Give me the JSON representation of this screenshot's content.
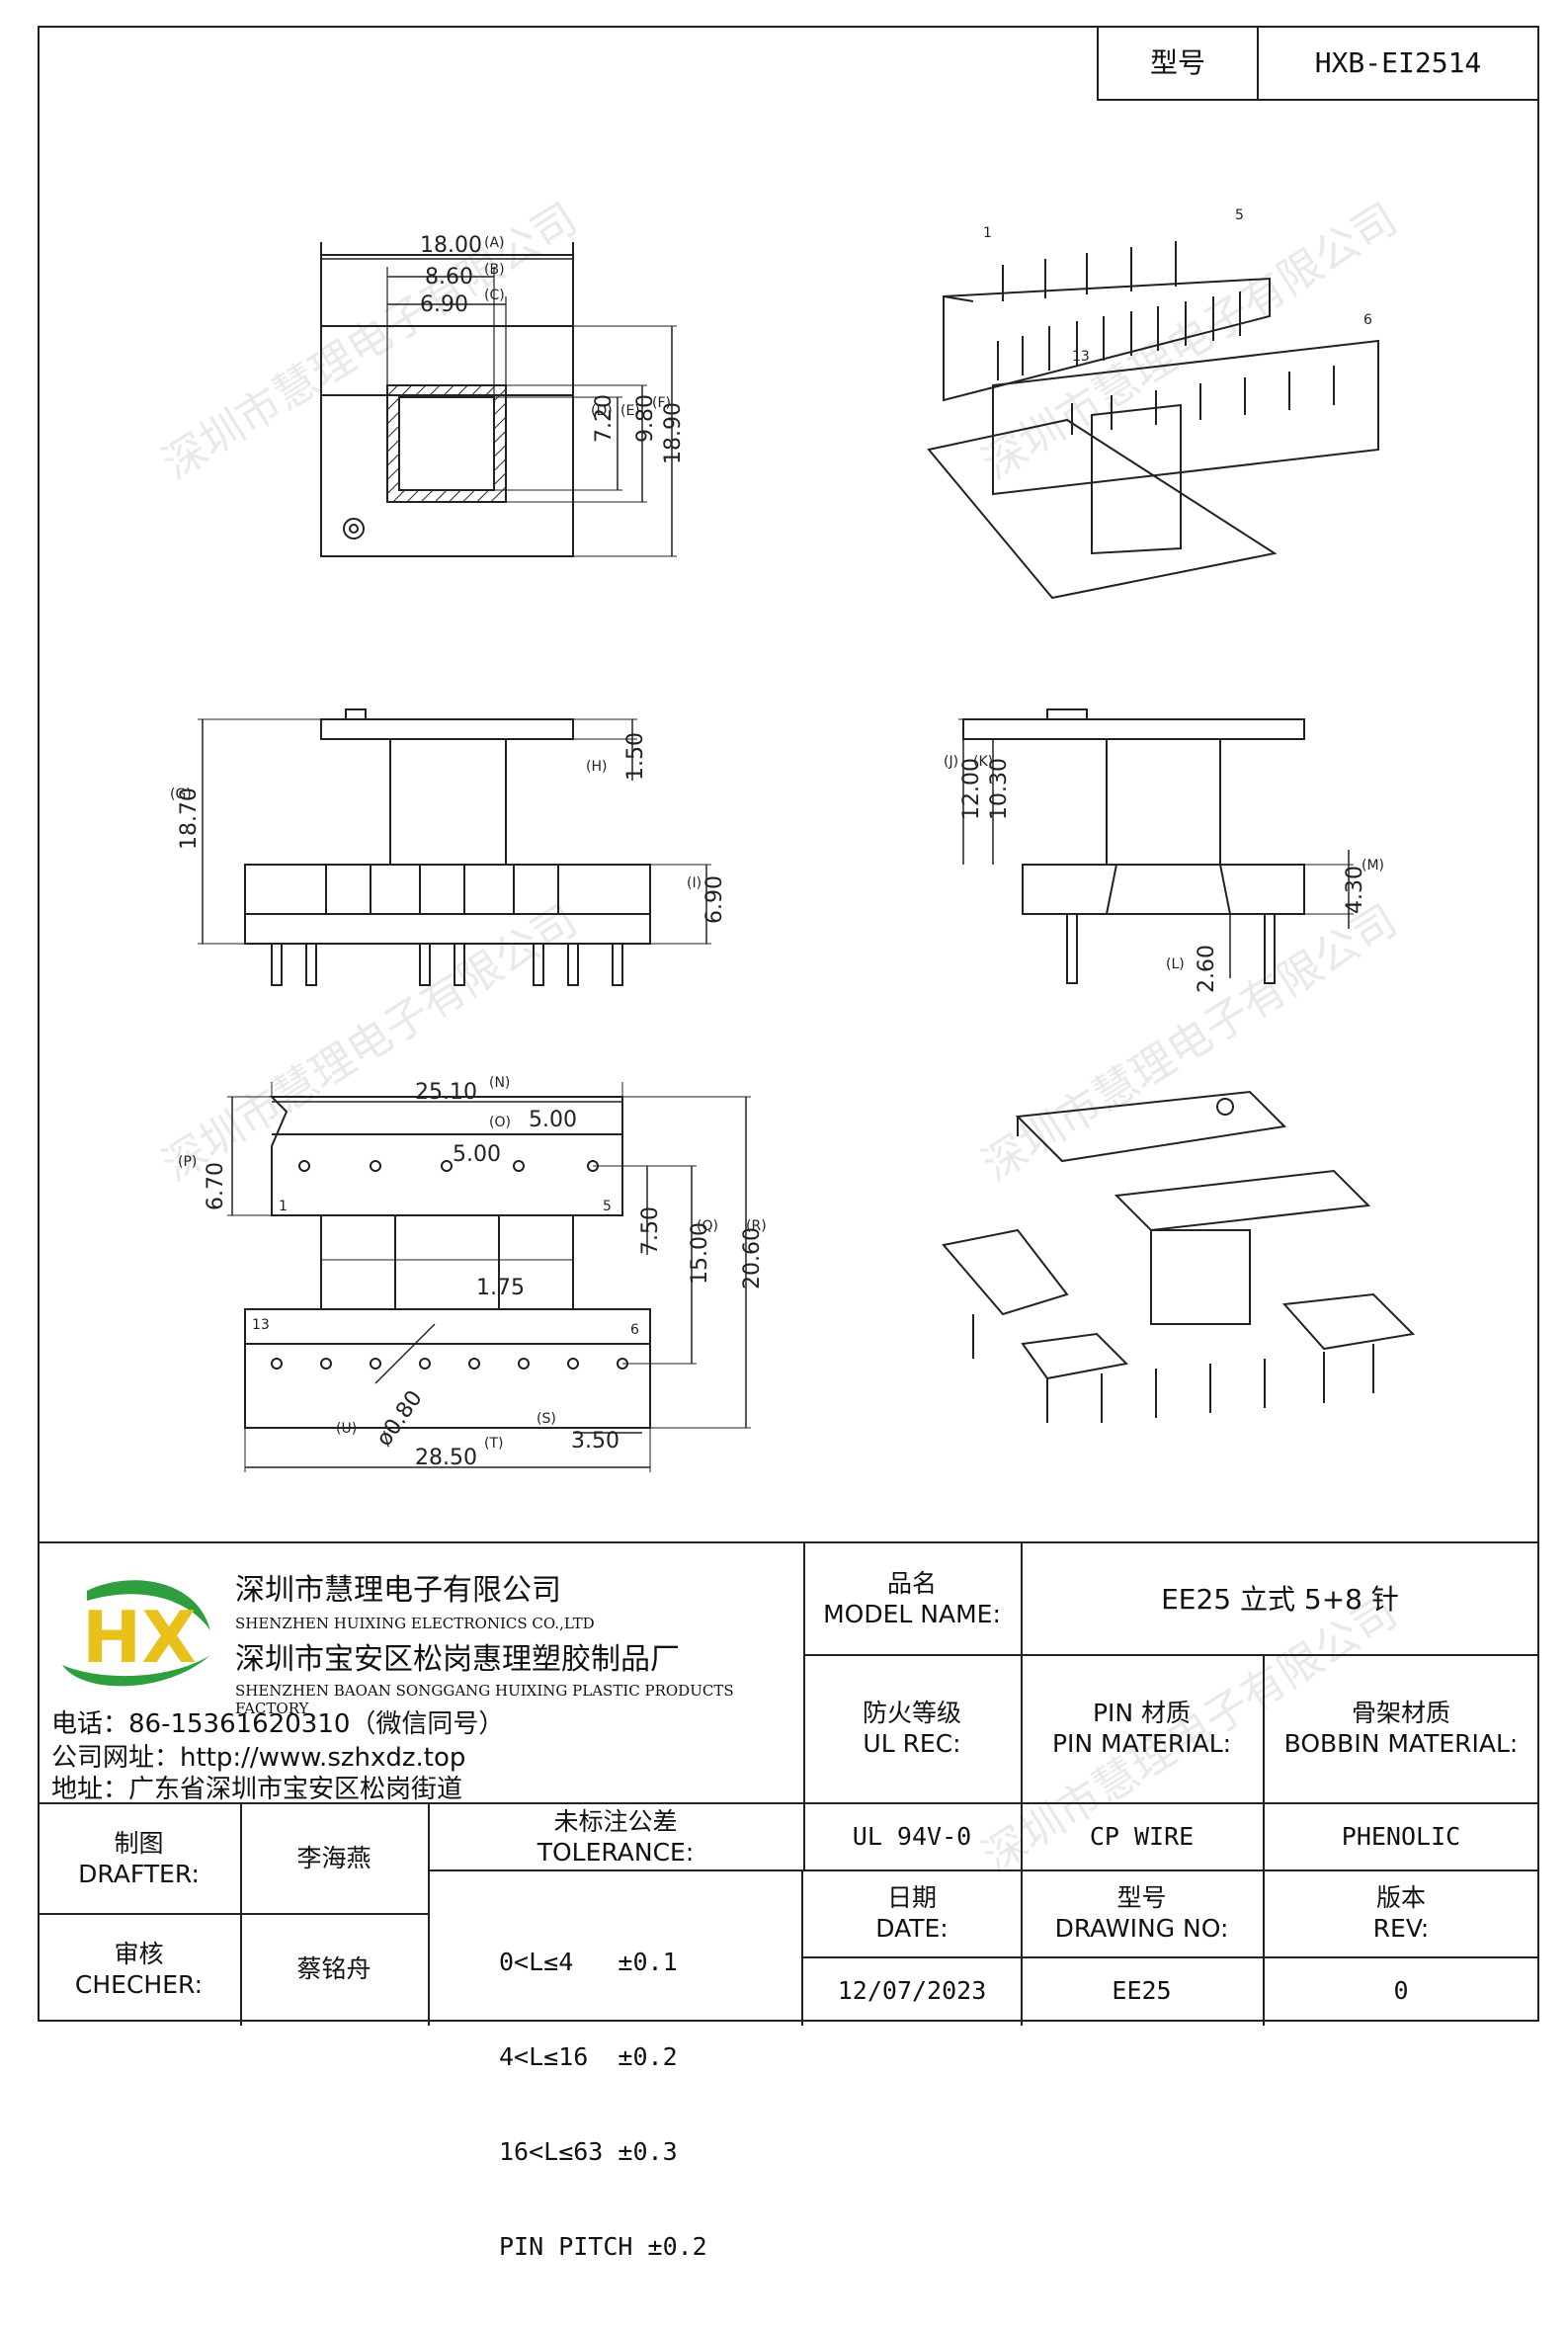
{
  "header": {
    "model_label": "型号",
    "model_value": "HXB-EI2514"
  },
  "watermark": "深圳市慧理电子有限公司",
  "dims": {
    "A": "18.00",
    "B": "8.60",
    "C": "6.90",
    "D": "7.20",
    "E": "9.80",
    "F": "18.90",
    "G": "18.70",
    "H": "1.50",
    "I": "6.90",
    "J": "12.00",
    "K": "10.30",
    "M": "4.30",
    "L": "2.60",
    "N": "25.10",
    "O": "5.00",
    "O2": "5.00",
    "P": "6.70",
    "Q": "15.00",
    "R": "20.60",
    "Q2": "7.50",
    "pitch": "1.75",
    "U": "ø0.80",
    "S": "3.50",
    "T": "28.50"
  },
  "letters": [
    "(A)",
    "(B)",
    "(C)",
    "(D)",
    "(E)",
    "(F)",
    "(G)",
    "(H)",
    "(I)",
    "(J)",
    "(K)",
    "(M)",
    "(L)",
    "(N)",
    "(O)",
    "(P)",
    "(Q)",
    "(R)",
    "(U)",
    "(S)",
    "(T)"
  ],
  "pins": {
    "p1": "1",
    "p5": "5",
    "p6": "6",
    "p13": "13"
  },
  "company": {
    "name_cn": "深圳市慧理电子有限公司",
    "name_en": "SHENZHEN HUIXING ELECTRONICS CO.,LTD",
    "factory_cn": "深圳市宝安区松岗惠理塑胶制品厂",
    "factory_en": "SHENZHEN BAOAN SONGGANG HUIXING PLASTIC PRODUCTS FACTORY",
    "phone": "电话：86-15361620310（微信同号）",
    "website": "公司网址：http://www.szhxdz.top",
    "address": "地址：广东省深圳市宝安区松岗街道"
  },
  "logo": {
    "letters": "HX",
    "green": "#2e9e3e",
    "yellow": "#e8c21a"
  },
  "table": {
    "model_name_cn": "品名",
    "model_name_en": "MODEL NAME:",
    "model_name_value": "EE25 立式 5+8 针",
    "ul_cn": "防火等级",
    "ul_en": "UL REC:",
    "pin_cn": "PIN 材质",
    "pin_en": "PIN MATERIAL:",
    "bobbin_cn": "骨架材质",
    "bobbin_en": "BOBBIN MATERIAL:",
    "ul_value": "UL 94V-0",
    "pin_value": "CP WIRE",
    "bobbin_value": "PHENOLIC",
    "drafter_cn": "制图",
    "drafter_en": "DRAFTER:",
    "drafter_value": "李海燕",
    "checker_cn": "审核",
    "checker_en": "CHECHER:",
    "checker_value": "蔡铭舟",
    "tol_cn": "未标注公差",
    "tol_en": "TOLERANCE:",
    "tol_lines": [
      "0<L≤4   ±0.1",
      "4<L≤16  ±0.2",
      "16<L≤63 ±0.3",
      "PIN PITCH ±0.2"
    ],
    "date_cn": "日期",
    "date_en": "DATE:",
    "date_value": "12/07/2023",
    "dwg_cn": "型号",
    "dwg_en": "DRAWING NO:",
    "dwg_value": "EE25",
    "rev_cn": "版本",
    "rev_en": "REV:",
    "rev_value": "0"
  }
}
